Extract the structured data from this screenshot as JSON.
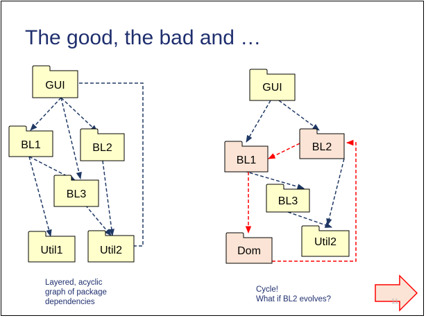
{
  "slide": {
    "title": "The good, the bad and …",
    "slide_number": "11",
    "next_arrow_icon": "right-arrow-icon"
  },
  "colors": {
    "title": "#1f2f6e",
    "good_folder_fill": "#ffffcc",
    "bad_folder_fill": "#fbe4d5",
    "normal_edge": "#1f3864",
    "cycle_edge": "#ff0000",
    "next_arrow_fill": "#fbe4d5",
    "next_arrow_stroke": "#ff0000"
  },
  "left_diagram": {
    "packages": {
      "gui": "GUI",
      "bl1": "BL1",
      "bl2": "BL2",
      "bl3": "BL3",
      "util1": "Util1",
      "util2": "Util2"
    },
    "dependencies": [
      [
        "GUI",
        "BL1"
      ],
      [
        "GUI",
        "BL2"
      ],
      [
        "GUI",
        "BL3"
      ],
      [
        "GUI",
        "Util2"
      ],
      [
        "BL1",
        "BL3"
      ],
      [
        "BL1",
        "Util1"
      ],
      [
        "BL2",
        "Util2"
      ],
      [
        "BL3",
        "Util2"
      ]
    ],
    "caption_lines": [
      "Layered, acyclic",
      "graph of package",
      "dependencies"
    ]
  },
  "right_diagram": {
    "packages": {
      "gui": "GUI",
      "bl1": "BL1",
      "bl2": "BL2",
      "bl3": "BL3",
      "dom": "Dom",
      "util2": "Util2"
    },
    "dependencies": [
      [
        "GUI",
        "BL1"
      ],
      [
        "GUI",
        "BL2"
      ],
      [
        "BL1",
        "BL3"
      ],
      [
        "BL3",
        "Util2"
      ],
      [
        "BL2",
        "Util2"
      ]
    ],
    "cycle_dependencies": [
      [
        "BL2",
        "BL1"
      ],
      [
        "BL1",
        "Dom"
      ],
      [
        "Dom",
        "BL2"
      ]
    ],
    "caption_lines": [
      "Cycle!",
      "What if BL2 evolves?"
    ]
  }
}
